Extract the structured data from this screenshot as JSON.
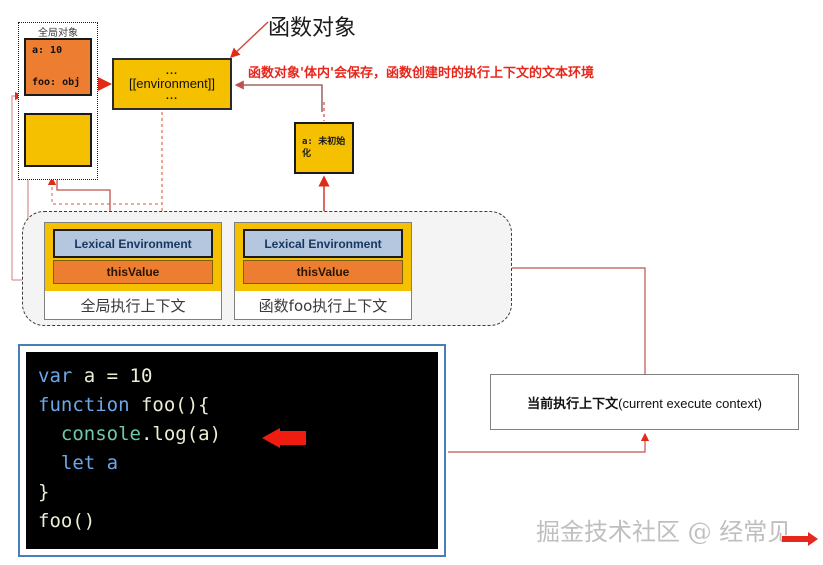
{
  "diagram": {
    "title_annotation": "函数对象",
    "red_note": "函数对象'体内'会保存，函数创建时的执行上下文的文本环境"
  },
  "global_object": {
    "label": "全局对象",
    "properties": [
      "a: 10",
      "foo: obj"
    ]
  },
  "function_object": {
    "dots_top": "...",
    "name": "[[environment]]",
    "dots_bottom": "..."
  },
  "uninitialized_binding": {
    "text": "a: 未初始化"
  },
  "execution_contexts": [
    {
      "lexical_environment": "Lexical Environment",
      "this_value": "thisValue",
      "caption": "全局执行上下文"
    },
    {
      "lexical_environment": "Lexical Environment",
      "this_value": "thisValue",
      "caption": "函数foo执行上下文"
    }
  ],
  "code": {
    "lines": [
      [
        {
          "t": "var",
          "c": "kw"
        },
        {
          "t": " a = ",
          "c": "op"
        },
        {
          "t": "10",
          "c": "num"
        }
      ],
      [
        {
          "t": "function",
          "c": "kw"
        },
        {
          "t": " foo(){",
          "c": "id"
        }
      ],
      [
        {
          "t": "  ",
          "c": "op"
        },
        {
          "t": "console",
          "c": "obj"
        },
        {
          "t": ".log(a)",
          "c": "prop"
        }
      ],
      [
        {
          "t": "  ",
          "c": "op"
        },
        {
          "t": "let",
          "c": "kw"
        },
        {
          "t": " ",
          "c": "op"
        },
        {
          "t": "a",
          "c": "kw"
        }
      ],
      [
        {
          "t": "}",
          "c": "id"
        }
      ],
      [
        {
          "t": "foo()",
          "c": "id"
        }
      ]
    ],
    "plain_text": "var a = 10\nfunction foo(){\n  console.log(a)\n  let a\n}\nfoo()"
  },
  "current_context_box": {
    "label_cn": "当前执行上下文",
    "label_en": "(current  execute context)"
  },
  "watermark": {
    "text": "掘金技术社区 @ 经常见"
  },
  "colors": {
    "yellow": "#F5C000",
    "orange": "#ED7D31",
    "blue_grey": "#B4C7DE",
    "red_accent": "#E8271C",
    "connector_red": "#C0504D",
    "code_bg": "#000000",
    "code_frame": "#4A7EBB"
  }
}
